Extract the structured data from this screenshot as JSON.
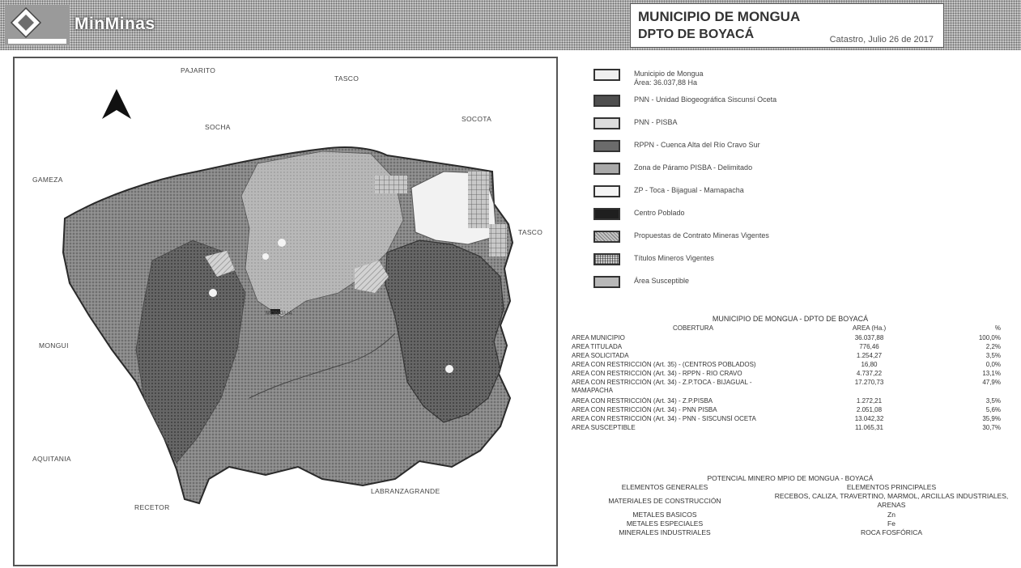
{
  "header": {
    "ministry_name": "MinMinas",
    "title_line1": "MUNICIPIO DE MONGUA",
    "title_line2": "DPTO DE BOYACÁ",
    "date": "Catastro, Julio 26 de 2017"
  },
  "map": {
    "labels": {
      "north": "PAJARITO",
      "top_center": "TASCO",
      "socha": "SOCHA",
      "socota": "SOCOTA",
      "gameza": "GAMEZA",
      "tasco_left": "TASCO",
      "monguí": "MONGUI",
      "aquitania": "AQUITANIA",
      "recetor": "RECETOR",
      "labranza": "LABRANZAGRANDE",
      "center": "MONGUA"
    },
    "colors": {
      "outline": "#2a2a2a",
      "fill_main": "#7d7d7d",
      "fill_dark": "#5c5c5c",
      "fill_light": "#b5b5b5",
      "fill_white": "#ededed"
    }
  },
  "legend": {
    "items": [
      {
        "label": "Municipio de Mongua",
        "sub": "Área: 36.037,88 Ha",
        "swatch": "#f0f0f0"
      },
      {
        "label": "PNN - Unidad Biogeográfica Siscunsí Oceta",
        "sub": "",
        "swatch": "#4f4f4f"
      },
      {
        "label": "PNN - PISBA",
        "sub": "",
        "swatch": "#dcdcdc"
      },
      {
        "label": "RPPN - Cuenca Alta del Río Cravo Sur",
        "sub": "",
        "swatch": "#6b6b6b"
      },
      {
        "label": "Zona de Páramo PISBA - Delimitado",
        "sub": "",
        "swatch": "#a9a9a9"
      },
      {
        "label": "ZP - Toca - Bijagual - Mamapacha",
        "sub": "",
        "swatch": "#f4f4f4"
      },
      {
        "label": "Centro Poblado",
        "sub": "",
        "swatch": "#1f1f1f"
      },
      {
        "label": "Propuestas de Contrato Mineras Vigentes",
        "sub": "",
        "swatch": "#c4c4c4"
      },
      {
        "label": "Títulos Mineros Vigentes",
        "sub": "",
        "swatch": "#8a8a8a"
      },
      {
        "label": "Área Susceptible",
        "sub": "",
        "swatch": "#b8b8b8"
      }
    ]
  },
  "table1": {
    "title": "MUNICIPIO DE MONGUA - DPTO DE BOYACÁ",
    "headers": [
      "COBERTURA",
      "AREA (Ha.)",
      "%"
    ],
    "rows": [
      {
        "name": "AREA MUNICIPIO",
        "area": "36.037,88",
        "pct": "100,0%"
      },
      {
        "name": "AREA TITULADA",
        "area": "776,46",
        "pct": "2,2%"
      },
      {
        "name": "AREA SOLICITADA",
        "area": "1.254,27",
        "pct": "3,5%"
      },
      {
        "name": "AREA CON RESTRICCIÓN (Art. 35) - (CENTROS POBLADOS)",
        "area": "16,80",
        "pct": "0,0%"
      },
      {
        "name": "AREA CON RESTRICCIÓN (Art. 34) - RPPN - RIO CRAVO",
        "area": "4.737,22",
        "pct": "13,1%"
      },
      {
        "name": "AREA CON RESTRICCIÓN (Art. 34) - Z.P.TOCA - BIJAGUAL - MAMAPACHA",
        "area": "17.270,73",
        "pct": "47,9%"
      },
      {
        "name": "AREA CON RESTRICCIÓN (Art. 34) - Z.P.PISBA",
        "area": "1.272,21",
        "pct": "3,5%"
      },
      {
        "name": "AREA CON RESTRICCIÓN (Art. 34) - PNN PISBA",
        "area": "2.051,08",
        "pct": "5,6%"
      },
      {
        "name": "AREA CON RESTRICCIÓN (Art. 34) - PNN - SISCUNSÍ OCETA",
        "area": "13.042,32",
        "pct": "35,9%"
      },
      {
        "name": "AREA SUSCEPTIBLE",
        "area": "11.065,31",
        "pct": "30,7%"
      }
    ]
  },
  "table2": {
    "title": "POTENCIAL MINERO MPIO DE MONGUA - BOYACÁ",
    "headers": [
      "ELEMENTOS GENERALES",
      "ELEMENTOS PRINCIPALES"
    ],
    "rows": [
      {
        "general": "MATERIALES DE CONSTRUCCIÓN",
        "principal": "RECEBOS, CALIZA, TRAVERTINO, MARMOL, ARCILLAS INDUSTRIALES, ARENAS"
      },
      {
        "general": "METALES BASICOS",
        "principal": "Zn"
      },
      {
        "general": "METALES ESPECIALES",
        "principal": "Fe"
      },
      {
        "general": "MINERALES INDUSTRIALES",
        "principal": "ROCA FOSFÓRICA"
      }
    ]
  }
}
